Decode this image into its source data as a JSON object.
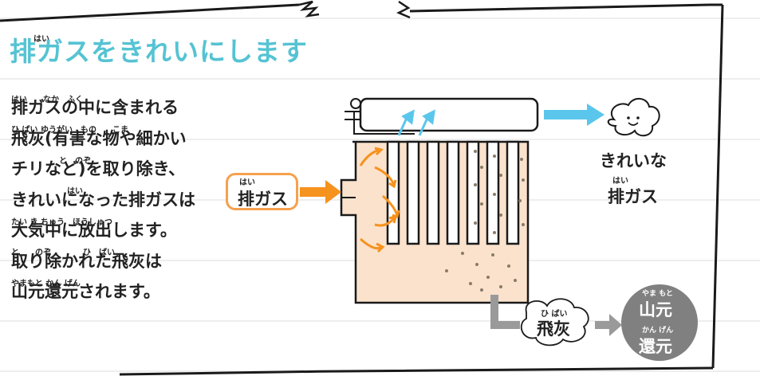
{
  "title": "排ガスをきれいにします",
  "title_ruby": "はい",
  "body_lines": [
    "排ガスの中に含まれる",
    "飛灰(有害な物や細かい",
    "チリなど)を取り除き、",
    "きれいになった排ガスは",
    "大気中に放出します。",
    "取り除かれた飛灰は",
    "山元還元されます。"
  ],
  "body_ruby": [
    "はい　　なか　ふく",
    "ひ ばい ゆうがい　もの　　こま",
    "　　　　　　と　のぞ",
    "　　　　　　　はい",
    "たい き ちゅう　ほうしゅつ",
    "と　　のぞ　　　　ひ　ばい",
    "やまもと かん げん"
  ],
  "diagram": {
    "gas_in_label": "排ガス",
    "gas_in_ruby": "はい",
    "clean_label_line1": "きれいな",
    "clean_label_line2": "排ガス",
    "clean_ruby": "はい",
    "ash_label": "飛灰",
    "ash_ruby": "ひ ばい",
    "return_line1": "山元",
    "return_line2": "還元",
    "return_ruby1": "やま もと",
    "return_ruby2": "かん げん"
  },
  "colors": {
    "title": "#55c3d3",
    "orange": "#f6921e",
    "tank": "#fbe2cc",
    "blue": "#5bc6ec",
    "gray": "#8f8f8f",
    "dark_gray": "#7a7a7a"
  }
}
